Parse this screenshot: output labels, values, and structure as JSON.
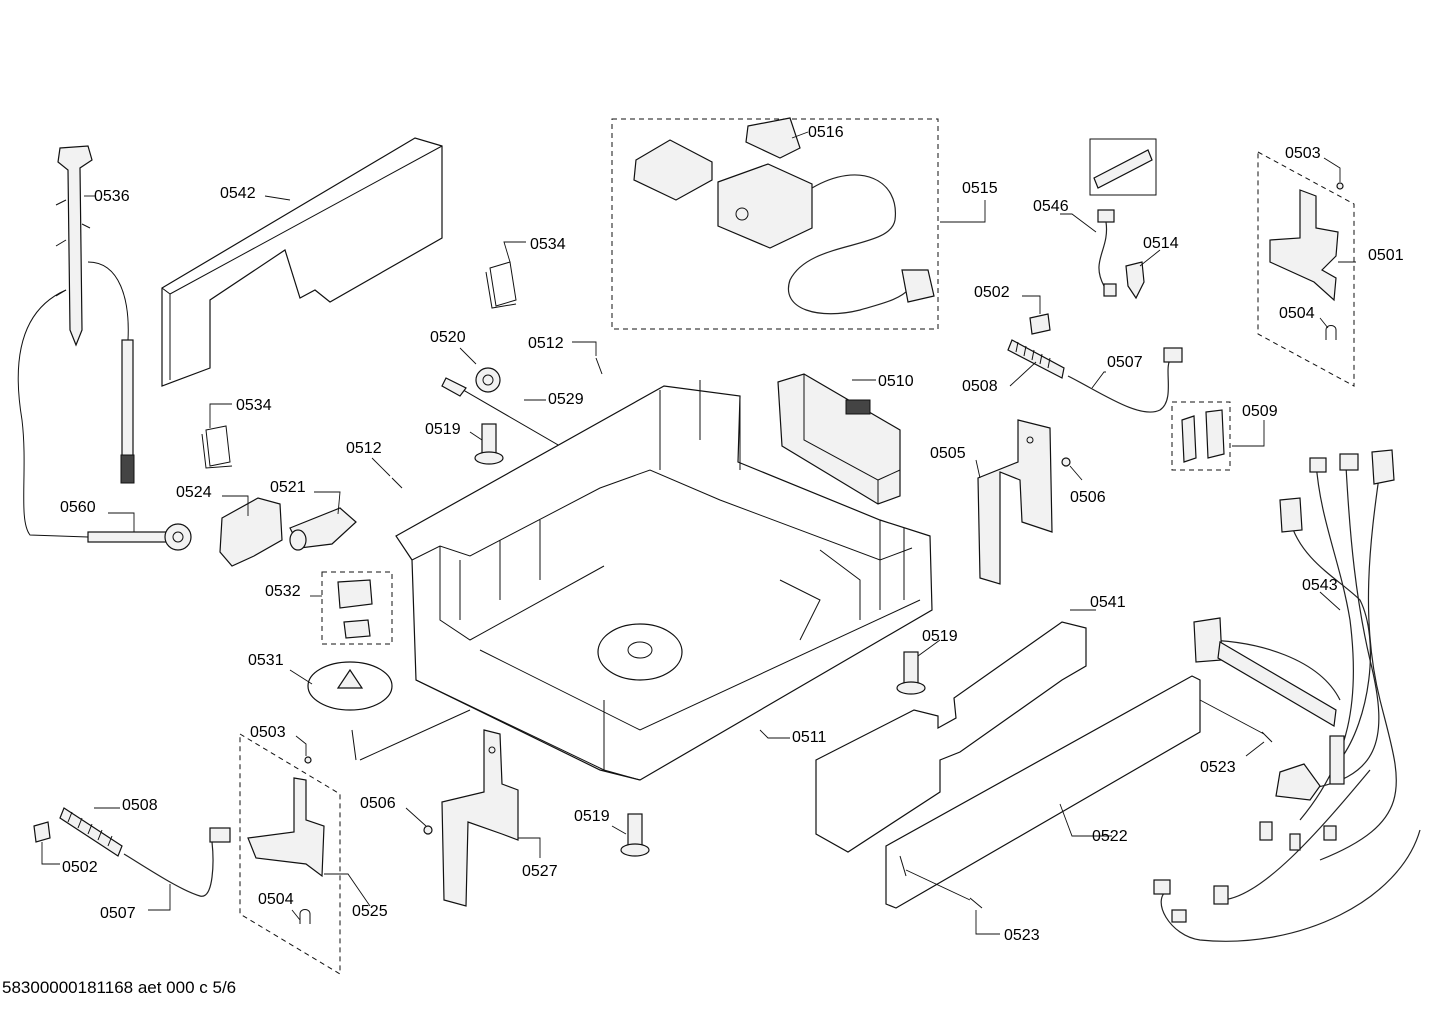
{
  "footer_code": "58300000181168 aet 000 c 5/6",
  "labels": {
    "l0536": "0536",
    "l0542": "0542",
    "l0516": "0516",
    "l0515": "0515",
    "l0546": "0546",
    "l0503a": "0503",
    "l0534a": "0534",
    "l0514": "0514",
    "l0501": "0501",
    "l0502a": "0502",
    "l0504a": "0504",
    "l0520": "0520",
    "l0512a": "0512",
    "l0507a": "0507",
    "l0510": "0510",
    "l0508a": "0508",
    "l0534b": "0534",
    "l0529": "0529",
    "l0509": "0509",
    "l0519a": "0519",
    "l0512b": "0512",
    "l0505": "0505",
    "l0506a": "0506",
    "l0560": "0560",
    "l0524": "0524",
    "l0521": "0521",
    "l0532": "0532",
    "l0543": "0543",
    "l0541": "0541",
    "l0531": "0531",
    "l0519b": "0519",
    "l0503b": "0503",
    "l0511": "0511",
    "l0523a": "0523",
    "l0508b": "0508",
    "l0506b": "0506",
    "l0519c": "0519",
    "l0522": "0522",
    "l0502b": "0502",
    "l0527": "0527",
    "l0507b": "0507",
    "l0504b": "0504",
    "l0525": "0525",
    "l0523b": "0523"
  }
}
